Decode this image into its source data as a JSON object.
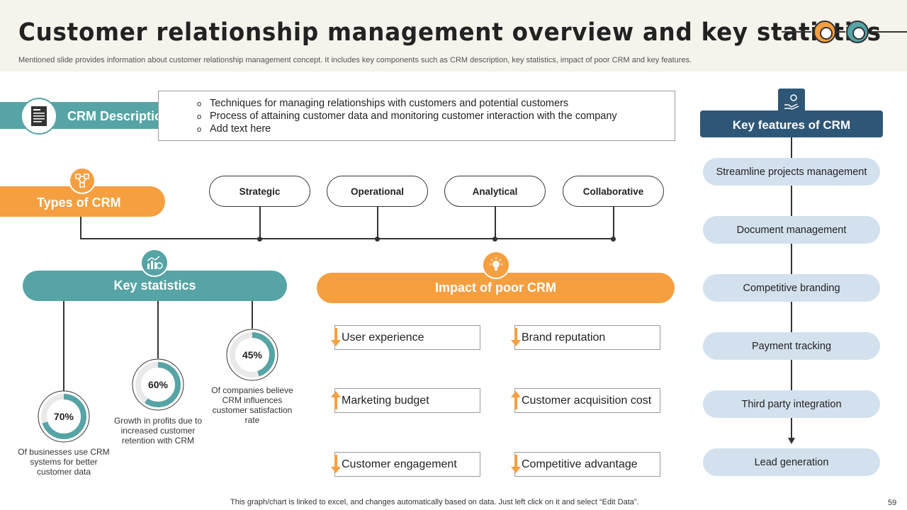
{
  "header": {
    "title": "Customer relationship management overview and key statistics",
    "subtitle": "Mentioned slide provides information about customer relationship management concept. It includes key components such as CRM description, key statistics, impact of poor CRM and key features."
  },
  "crm_description": {
    "label": "CRM Description",
    "icon": "document-icon",
    "bullets": [
      "Techniques for managing relationships with customers and potential customers",
      "Process of attaining customer data and monitoring customer interaction with the company",
      "Add text here"
    ]
  },
  "types_of_crm": {
    "label": "Types of CRM",
    "icon": "network-icon",
    "items": [
      "Strategic",
      "Operational",
      "Analytical",
      "Collaborative"
    ]
  },
  "key_statistics": {
    "label": "Key statistics",
    "icon": "chart-icon",
    "stats": [
      {
        "value": "70%",
        "fraction": 0.7,
        "text": "Of businesses use CRM systems for better customer data"
      },
      {
        "value": "60%",
        "fraction": 0.6,
        "text": "Growth in profits due to increased customer retention with CRM"
      },
      {
        "value": "45%",
        "fraction": 0.45,
        "text": "Of companies believe CRM influences customer satisfaction rate"
      }
    ]
  },
  "impact_of_poor_crm": {
    "label": "Impact of poor CRM",
    "icon": "lightbulb-icon",
    "items": [
      {
        "text": "User experience",
        "direction": "down"
      },
      {
        "text": "Brand reputation",
        "direction": "down"
      },
      {
        "text": "Marketing budget",
        "direction": "up"
      },
      {
        "text": "Customer acquisition cost",
        "direction": "up"
      },
      {
        "text": "Customer engagement",
        "direction": "down"
      },
      {
        "text": "Competitive advantage",
        "direction": "down"
      }
    ]
  },
  "key_features": {
    "label": "Key features of CRM",
    "icon": "hand-coin-icon",
    "items": [
      "Streamline projects management",
      "Document management",
      "Competitive branding",
      "Payment tracking",
      "Third party integration",
      "Lead generation"
    ]
  },
  "footer": {
    "note": "This graph/chart is linked to excel,  and changes automatically based on data. Just left click on it and select “Edit Data”.",
    "page": "59"
  },
  "colors": {
    "teal": "#56a4a5",
    "orange": "#f59f40",
    "navy": "#2e5777",
    "light_blue": "#d3e1ee",
    "header_bg": "#f6f2ec"
  }
}
